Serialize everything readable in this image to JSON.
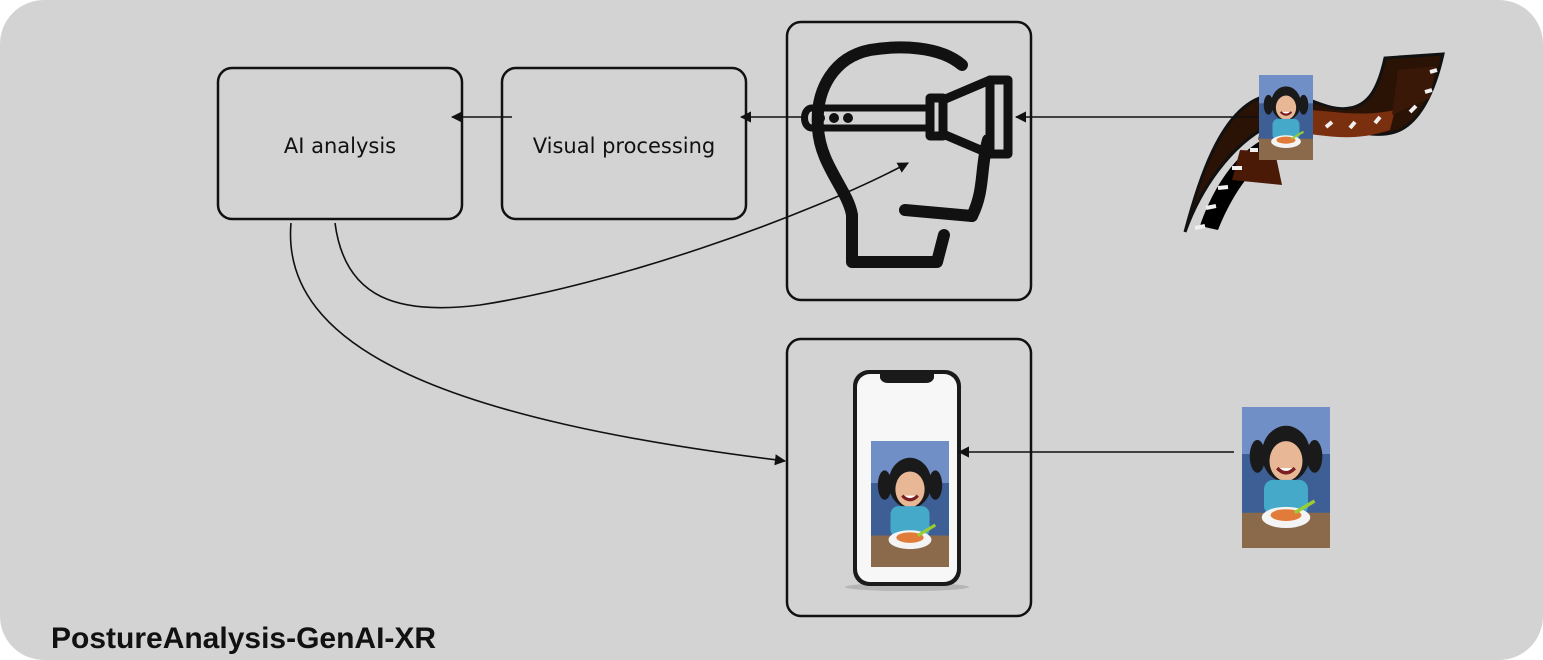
{
  "diagram": {
    "title": "PostureAnalysis-GenAI-XR",
    "nodes": {
      "ai_analysis": {
        "label": "AI analysis"
      },
      "visual_processing": {
        "label": "Visual processing"
      },
      "xr_headset": {
        "icon": "vr-headset-head-icon"
      },
      "smartphone": {
        "icon": "smartphone-icon"
      },
      "video_source": {
        "icon": "film-strip-icon"
      },
      "photo_source": {
        "icon": "child-photo-icon"
      }
    },
    "edges": [
      {
        "from": "video_source",
        "to": "xr_headset"
      },
      {
        "from": "xr_headset",
        "to": "visual_processing"
      },
      {
        "from": "visual_processing",
        "to": "ai_analysis"
      },
      {
        "from": "ai_analysis",
        "to": "xr_headset"
      },
      {
        "from": "photo_source",
        "to": "smartphone"
      },
      {
        "from": "ai_analysis",
        "to": "smartphone"
      }
    ]
  },
  "colors": {
    "panel": "#d3d3d3",
    "stroke": "#111111",
    "film_dark": "#2a1205",
    "film_mid": "#7a2f0e",
    "photo_bg": "#4a6aa0"
  }
}
